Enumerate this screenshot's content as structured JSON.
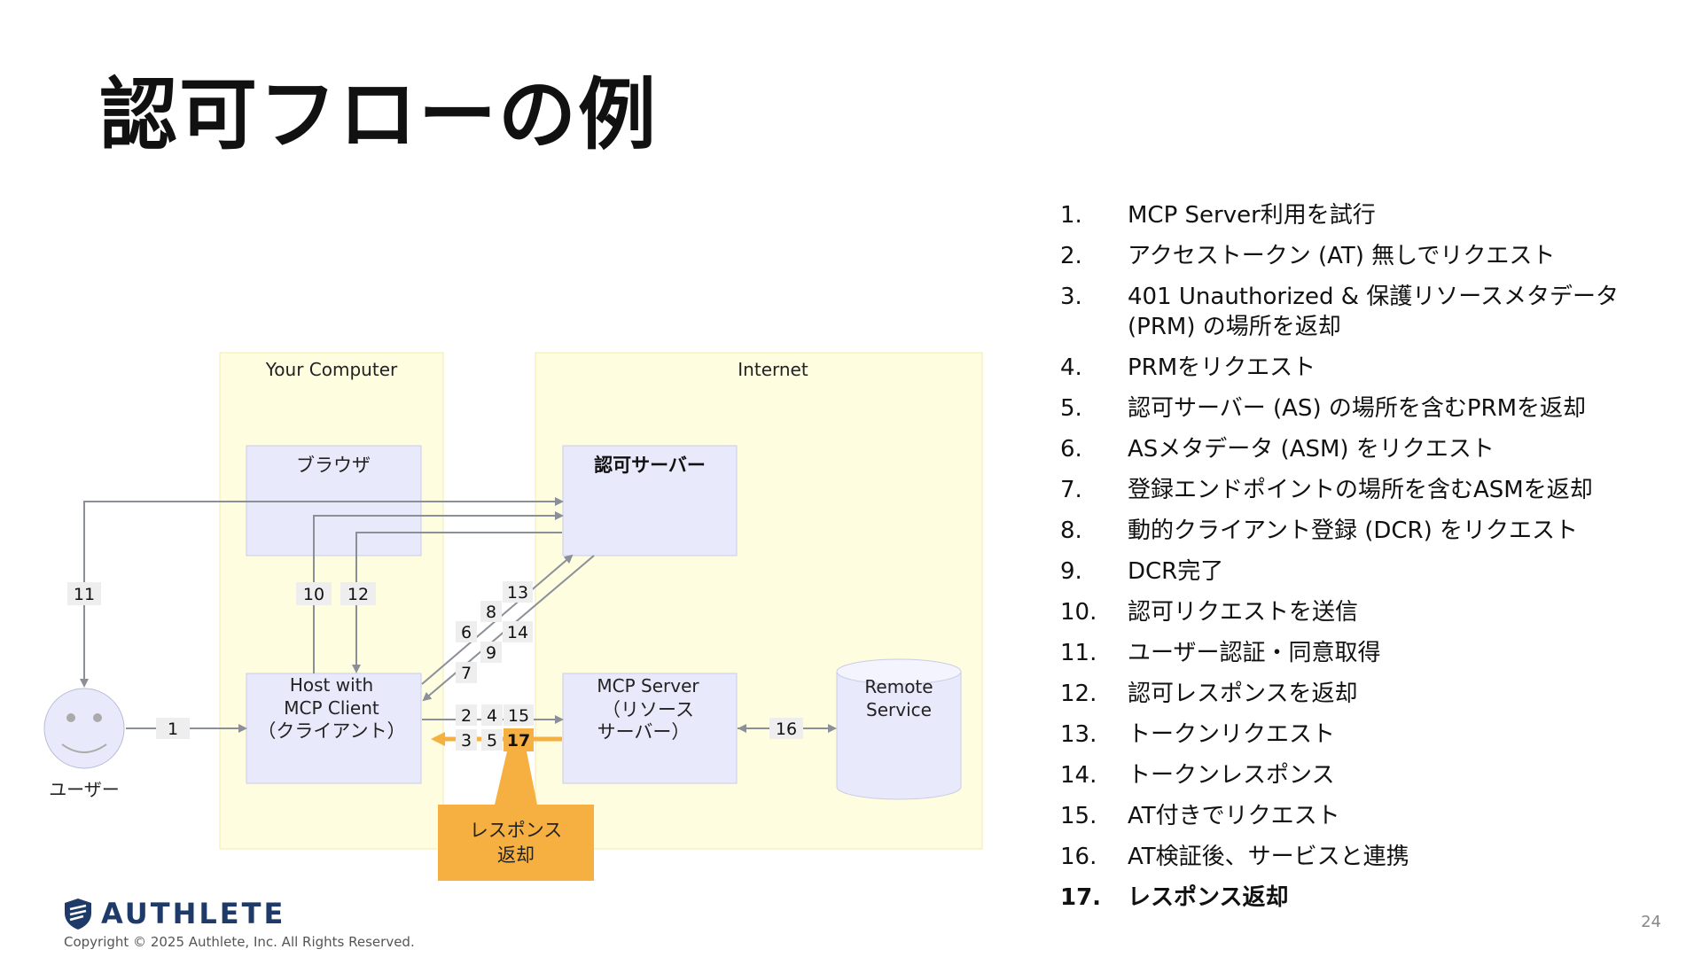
{
  "slide": {
    "title": "認可フローの例",
    "page_number": "24",
    "copyright": "Copyright © 2025 Authlete, Inc. All Rights Reserved.",
    "logo_text": "AUTHLETE"
  },
  "diagram": {
    "zones": {
      "your_computer": "Your Computer",
      "internet": "Internet"
    },
    "nodes": {
      "browser": "ブラウザ",
      "auth_server": "認可サーバー",
      "host_line1": "Host with",
      "host_line2": "MCP Client",
      "host_line3": "（クライアント）",
      "mcp_line1": "MCP Server",
      "mcp_line2": "（リソース",
      "mcp_line3": "サーバー）",
      "remote_line1": "Remote",
      "remote_line2": "Service",
      "user": "ユーザー",
      "callout_line1": "レスポンス",
      "callout_line2": "返却"
    },
    "step_labels": {
      "s1": "1",
      "s2": "2",
      "s3": "3",
      "s4": "4",
      "s5": "5",
      "s6": "6",
      "s7": "7",
      "s8": "8",
      "s9": "9",
      "s10": "10",
      "s11": "11",
      "s12": "12",
      "s13": "13",
      "s14": "14",
      "s15": "15",
      "s16": "16",
      "s17": "17"
    },
    "colors": {
      "zone_fill": "#fffde0",
      "box_fill": "#e8eafb",
      "highlight": "#f5b041",
      "arrow": "#8a8f98"
    }
  },
  "steps": [
    {
      "num": "1.",
      "text": "MCP Server利用を試行"
    },
    {
      "num": "2.",
      "text": "アクセストークン (AT) 無しでリクエスト"
    },
    {
      "num": "3.",
      "text": "401 Unauthorized & 保護リソースメタデータ (PRM) の場所を返却"
    },
    {
      "num": "4.",
      "text": "PRMをリクエスト"
    },
    {
      "num": "5.",
      "text": "認可サーバー (AS) の場所を含むPRMを返却"
    },
    {
      "num": "6.",
      "text": "ASメタデータ (ASM) をリクエスト"
    },
    {
      "num": "7.",
      "text": "登録エンドポイントの場所を含むASMを返却"
    },
    {
      "num": "8.",
      "text": "動的クライアント登録 (DCR) をリクエスト"
    },
    {
      "num": "9.",
      "text": "DCR完了"
    },
    {
      "num": "10.",
      "text": "認可リクエストを送信"
    },
    {
      "num": "11.",
      "text": "ユーザー認証・同意取得"
    },
    {
      "num": "12.",
      "text": "認可レスポンスを返却"
    },
    {
      "num": "13.",
      "text": "トークンリクエスト"
    },
    {
      "num": "14.",
      "text": "トークンレスポンス"
    },
    {
      "num": "15.",
      "text": "AT付きでリクエスト"
    },
    {
      "num": "16.",
      "text": "AT検証後、サービスと連携"
    },
    {
      "num": "17.",
      "text": "レスポンス返却"
    }
  ]
}
